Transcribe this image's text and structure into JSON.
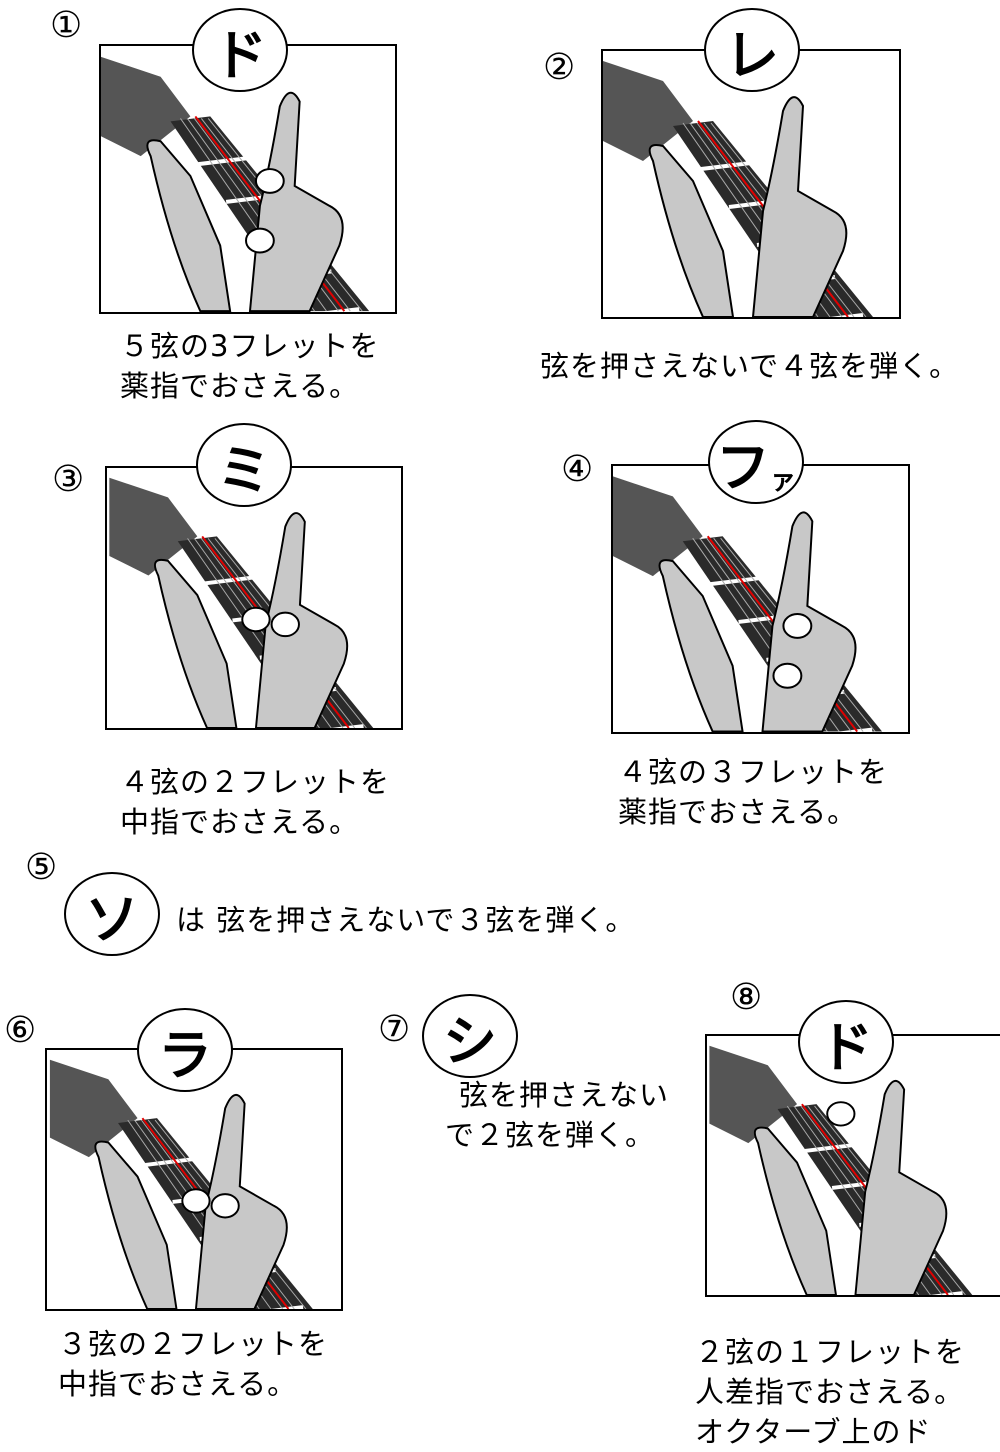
{
  "steps": [
    {
      "num": "①",
      "note": "ド",
      "lines": [
        "５弦の3フレットを",
        "薬指でおさえる。"
      ]
    },
    {
      "num": "②",
      "note": "レ",
      "lines": [
        "弦を押さえないで４弦を弾く。"
      ]
    },
    {
      "num": "③",
      "note": "ミ",
      "lines": [
        "４弦の２フレットを",
        "中指でおさえる。"
      ]
    },
    {
      "num": "④",
      "note": "フ",
      "note_small": "ァ",
      "lines": [
        "４弦の３フレットを",
        "薬指でおさえる。"
      ]
    },
    {
      "num": "⑤",
      "note": "ソ",
      "lines": [
        "は 弦を押さえないで３弦を弾く。"
      ]
    },
    {
      "num": "⑥",
      "note": "ラ",
      "lines": [
        "３弦の２フレットを",
        "中指でおさえる。"
      ]
    },
    {
      "num": "⑦",
      "note": "シ",
      "lines": [
        "弦を押さえない",
        "で２弦を弾く。"
      ]
    },
    {
      "num": "⑧",
      "note": "ド",
      "lines": [
        "２弦の１フレットを",
        "人差指でおさえる。",
        "オクターブ上のド"
      ]
    }
  ],
  "colors": {
    "string_highlight": "#e00000",
    "hand": "#c8c8c8",
    "neck": "#2a2a2a"
  }
}
